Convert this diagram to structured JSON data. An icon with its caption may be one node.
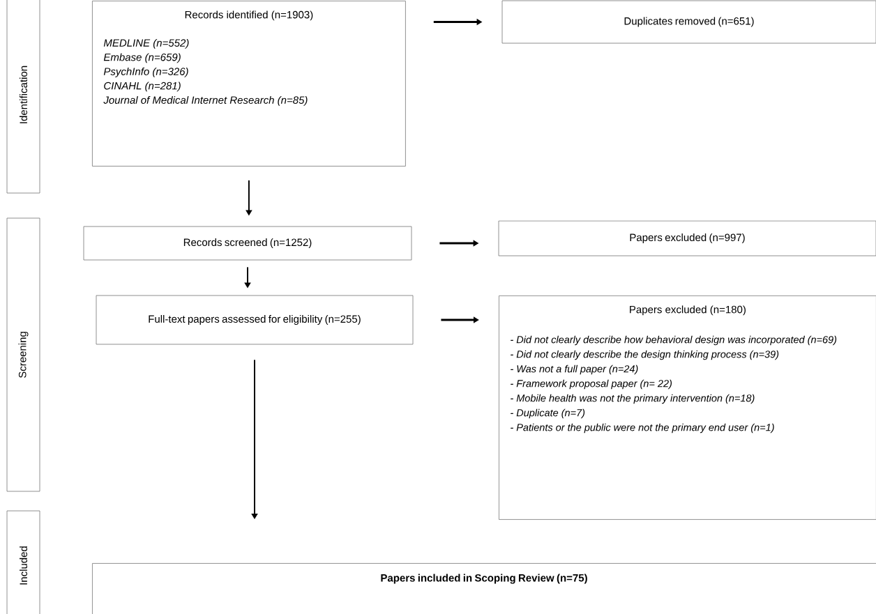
{
  "diagram": {
    "nodes": [
      {
        "text": [
          "Identification"
        ]
      },
      {
        "text": [
          "Screening"
        ]
      },
      {
        "text": [
          "Included"
        ]
      },
      {
        "text": [
          "Records identified (n=1903)",
          "MEDLINE (n=552)",
          "Embase (n=659)",
          "PsychInfo (n=326)",
          "CINAHL (n=281)",
          "Journal of Medical Internet Research (n=85)"
        ]
      },
      {
        "text": [
          "Duplicates removed (n=651)"
        ]
      },
      {
        "text": [
          "Records screened (n=1252)"
        ]
      },
      {
        "text": [
          "Papers excluded (n=997)"
        ]
      },
      {
        "text": [
          "Full-text papers assessed for eligibility (n=255)"
        ]
      },
      {
        "text": [
          "Papers excluded (n=180)",
          "- Did not clearly describe how behavioral design was incorporated (n=69)",
          "- Did not clearly describe the design thinking process (n=39)",
          "- Was not a full paper (n=24)",
          "- Framework proposal paper (n= 22)",
          "- Mobile health was not the primary intervention (n=18)",
          "- Duplicate (n=7)",
          "- Patients or the public were not the primary end user (n=1)"
        ]
      },
      {
        "text": [
          "Papers included in Scoping Review (n=75)"
        ]
      }
    ],
    "edges": [
      {
        "from": 3,
        "to": 4,
        "arrow": "to"
      },
      {
        "from": 3,
        "to": 5,
        "arrow": "to"
      },
      {
        "from": 5,
        "to": 6,
        "arrow": "to"
      },
      {
        "from": 5,
        "to": 7,
        "arrow": "to"
      },
      {
        "from": 7,
        "to": 8,
        "arrow": "to"
      },
      {
        "from": 7,
        "to": 9,
        "arrow": "to"
      }
    ]
  }
}
